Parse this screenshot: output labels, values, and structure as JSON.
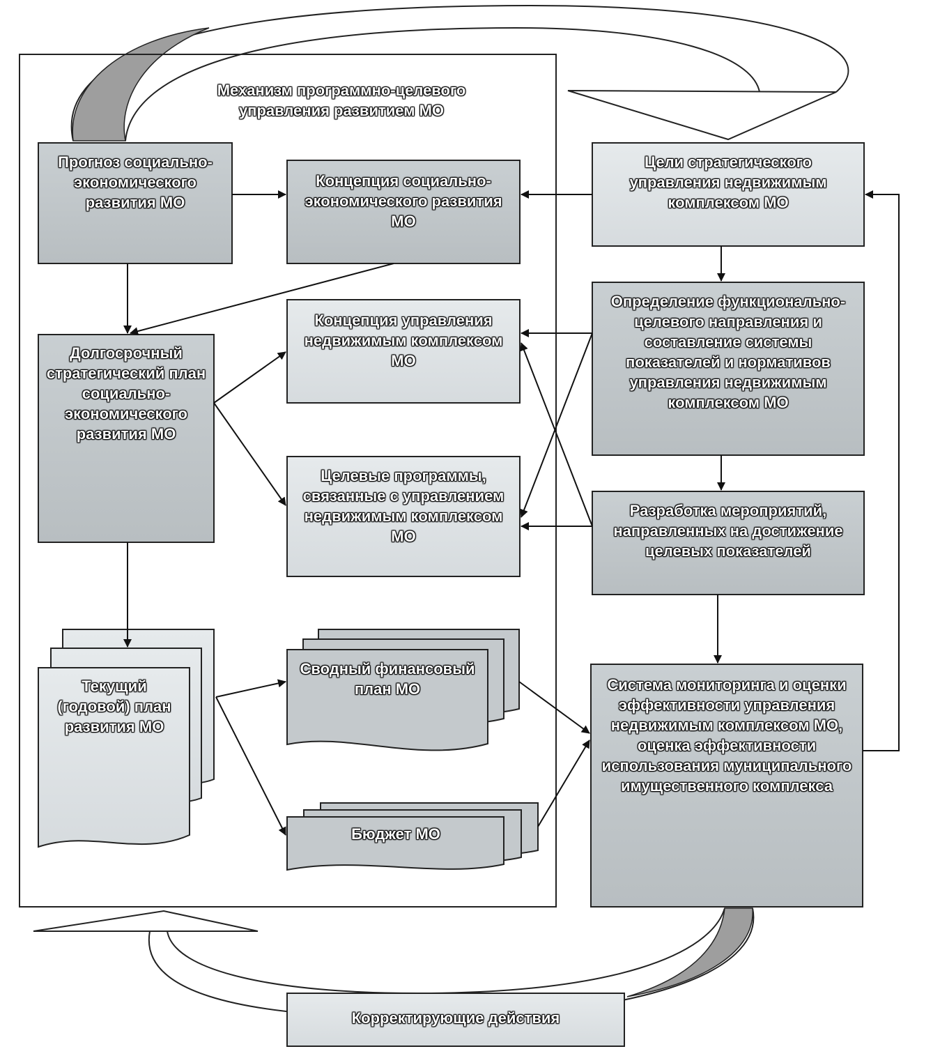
{
  "diagram": {
    "container_title": "Механизм программно-целевого управления развитием МО",
    "nodes": {
      "forecast": "Прогноз социально-экономического развития МО",
      "concept": "Концепция социально-экономического развития МО",
      "plan": "Долгосрочный стратегический план социально-экономического развития МО",
      "mgmt_concept": "Концепция управления недвижимым комплексом МО",
      "programs": "Целевые программы, связанные с управлением недвижимым комплексом МО",
      "budget": "Текущий (годовой) план развития МО",
      "fin_reports": "Сводный финансовый план МО",
      "budget_mo": "Бюджет МО",
      "goals": "Цели стратегического управления недвижимым комплексом МО",
      "functions": "Определение функционально-целевого направления и составление системы показателей и нормативов управления недвижимым комплексом МО",
      "development": "Разработка мероприятий, направленных на достижение целевых показателей",
      "evaluation": "Система мониторинга и оценки эффективности управления недвижимым комплексом МО, оценка эффективности использования муниципального имущественного комплекса"
    },
    "feedback_label": "Корректирующие действия"
  }
}
